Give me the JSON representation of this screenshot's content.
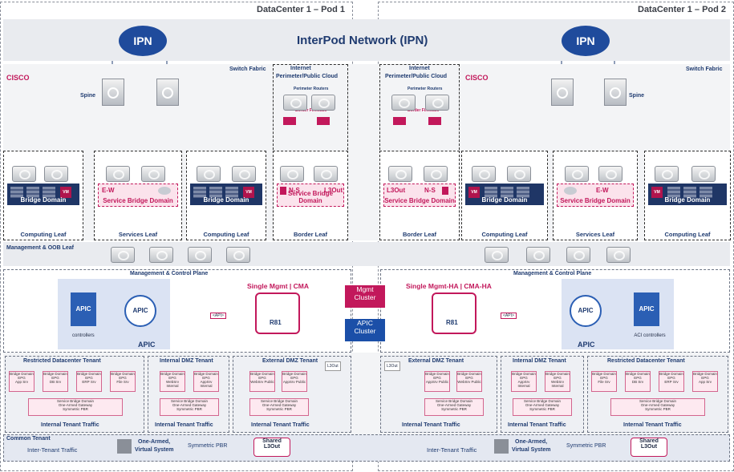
{
  "pods": {
    "pod1": "DataCenter 1 – Pod 1",
    "pod2": "DataCenter 1 – Pod 2"
  },
  "ipn": {
    "cloud": "IPN",
    "title": "InterPod Network (IPN)"
  },
  "fabric": {
    "switch_fabric": "Switch Fabric",
    "spine": "Spine",
    "cisco": "CISCO",
    "internet": "Internet",
    "perimeter": "Perimeter/Public Cloud",
    "routers": "Perimeter Routers",
    "firewalls": "Border Firewalls"
  },
  "leaves": {
    "bridge_domain": "Bridge Domain",
    "service_bridge_domain": "Service Bridge Domain",
    "computing": "Computing Leaf",
    "services": "Services Leaf",
    "border": "Border Leaf",
    "ew": "E-W",
    "ns": "N-S",
    "l3out": "L3Out",
    "vm": "VM"
  },
  "oob": "Management & OOB Leaf",
  "mgmt": {
    "plane": "Management & Control Plane",
    "single": "Single Mgmt | CMA",
    "single_ha": "Single Mgmt-HA | CMA-HA",
    "mgmt_cluster": [
      "Mgmt",
      "Cluster"
    ],
    "apic_cluster": [
      "APIC",
      "Cluster"
    ],
    "api": "<API>",
    "apic": "APIC",
    "aci": "ACI",
    "controllers": "controllers",
    "aci_controllers": "ACI controllers",
    "r81": "R81"
  },
  "tenants": {
    "restricted": "Restricted Datacenter Tenant",
    "internal_dmz": "Internal DMZ Tenant",
    "external_dmz": "External DMZ Tenant",
    "itt": "Internal Tenant Traffic",
    "bd": "Bridge Domain",
    "sbd": "Service Bridge Domain",
    "oneArmed": "One-Armed Gateway",
    "sym": "Symmetric PBR",
    "l3out": "L3Out",
    "epg": "EPG",
    "restricted_srv": [
      "App Srv",
      "DB Srv",
      "ERP Srv",
      "File Srv"
    ],
    "restricted_srv_rev": [
      "File Srv",
      "DB Srv",
      "ERP Srv",
      "App Srv"
    ],
    "idmz_srv": [
      "WebSrv Internal",
      "AppSrv Internal"
    ],
    "idmz_srv_rev": [
      "AppSrv Internal",
      "WebSrv Internal"
    ],
    "edmz_srv": [
      "WebSrv Public",
      "AppSrv Public"
    ],
    "edmz_srv_rev": [
      "AppSrv Public",
      "WebSrv Public"
    ]
  },
  "common": {
    "title": "Common Tenant",
    "inter": "Inter-Tenant Traffic",
    "one_armed": "One-Armed,",
    "vsys": "Virtual System",
    "sym": "Symmetric PBR",
    "shared": "Shared",
    "l3out": "L3Out"
  }
}
